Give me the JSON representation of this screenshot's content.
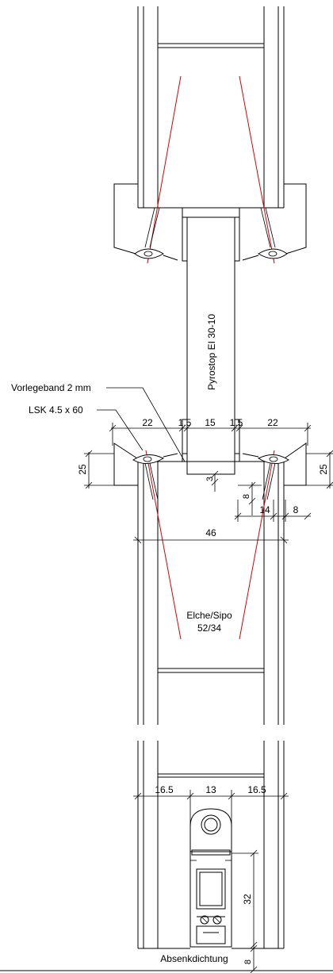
{
  "labels": {
    "strip": "Pyrostop EI 30-10",
    "vorlegeband": "Vorlegeband 2 mm",
    "lsk": "LSK 4.5 x 60",
    "wood_line1": "Elche/Sipo",
    "wood_line2": "52/34",
    "seal": "Absenkdichtung"
  },
  "dimensions": {
    "d22_left": "22",
    "d15a_left": "1.5",
    "d15": "15",
    "d15a_right": "1.5",
    "d22_right": "22",
    "d25_left": "25",
    "d25_right": "25",
    "d3": "3",
    "d8_upper": "8",
    "d14": "14",
    "d8_right": "8",
    "d46": "46",
    "d165_left": "16.5",
    "d13": "13",
    "d165_right": "16.5",
    "d32": "32",
    "d8_bottom": "8"
  },
  "colors": {
    "line": "#000000",
    "screw_axis": "#e00000",
    "background": "#ffffff"
  }
}
